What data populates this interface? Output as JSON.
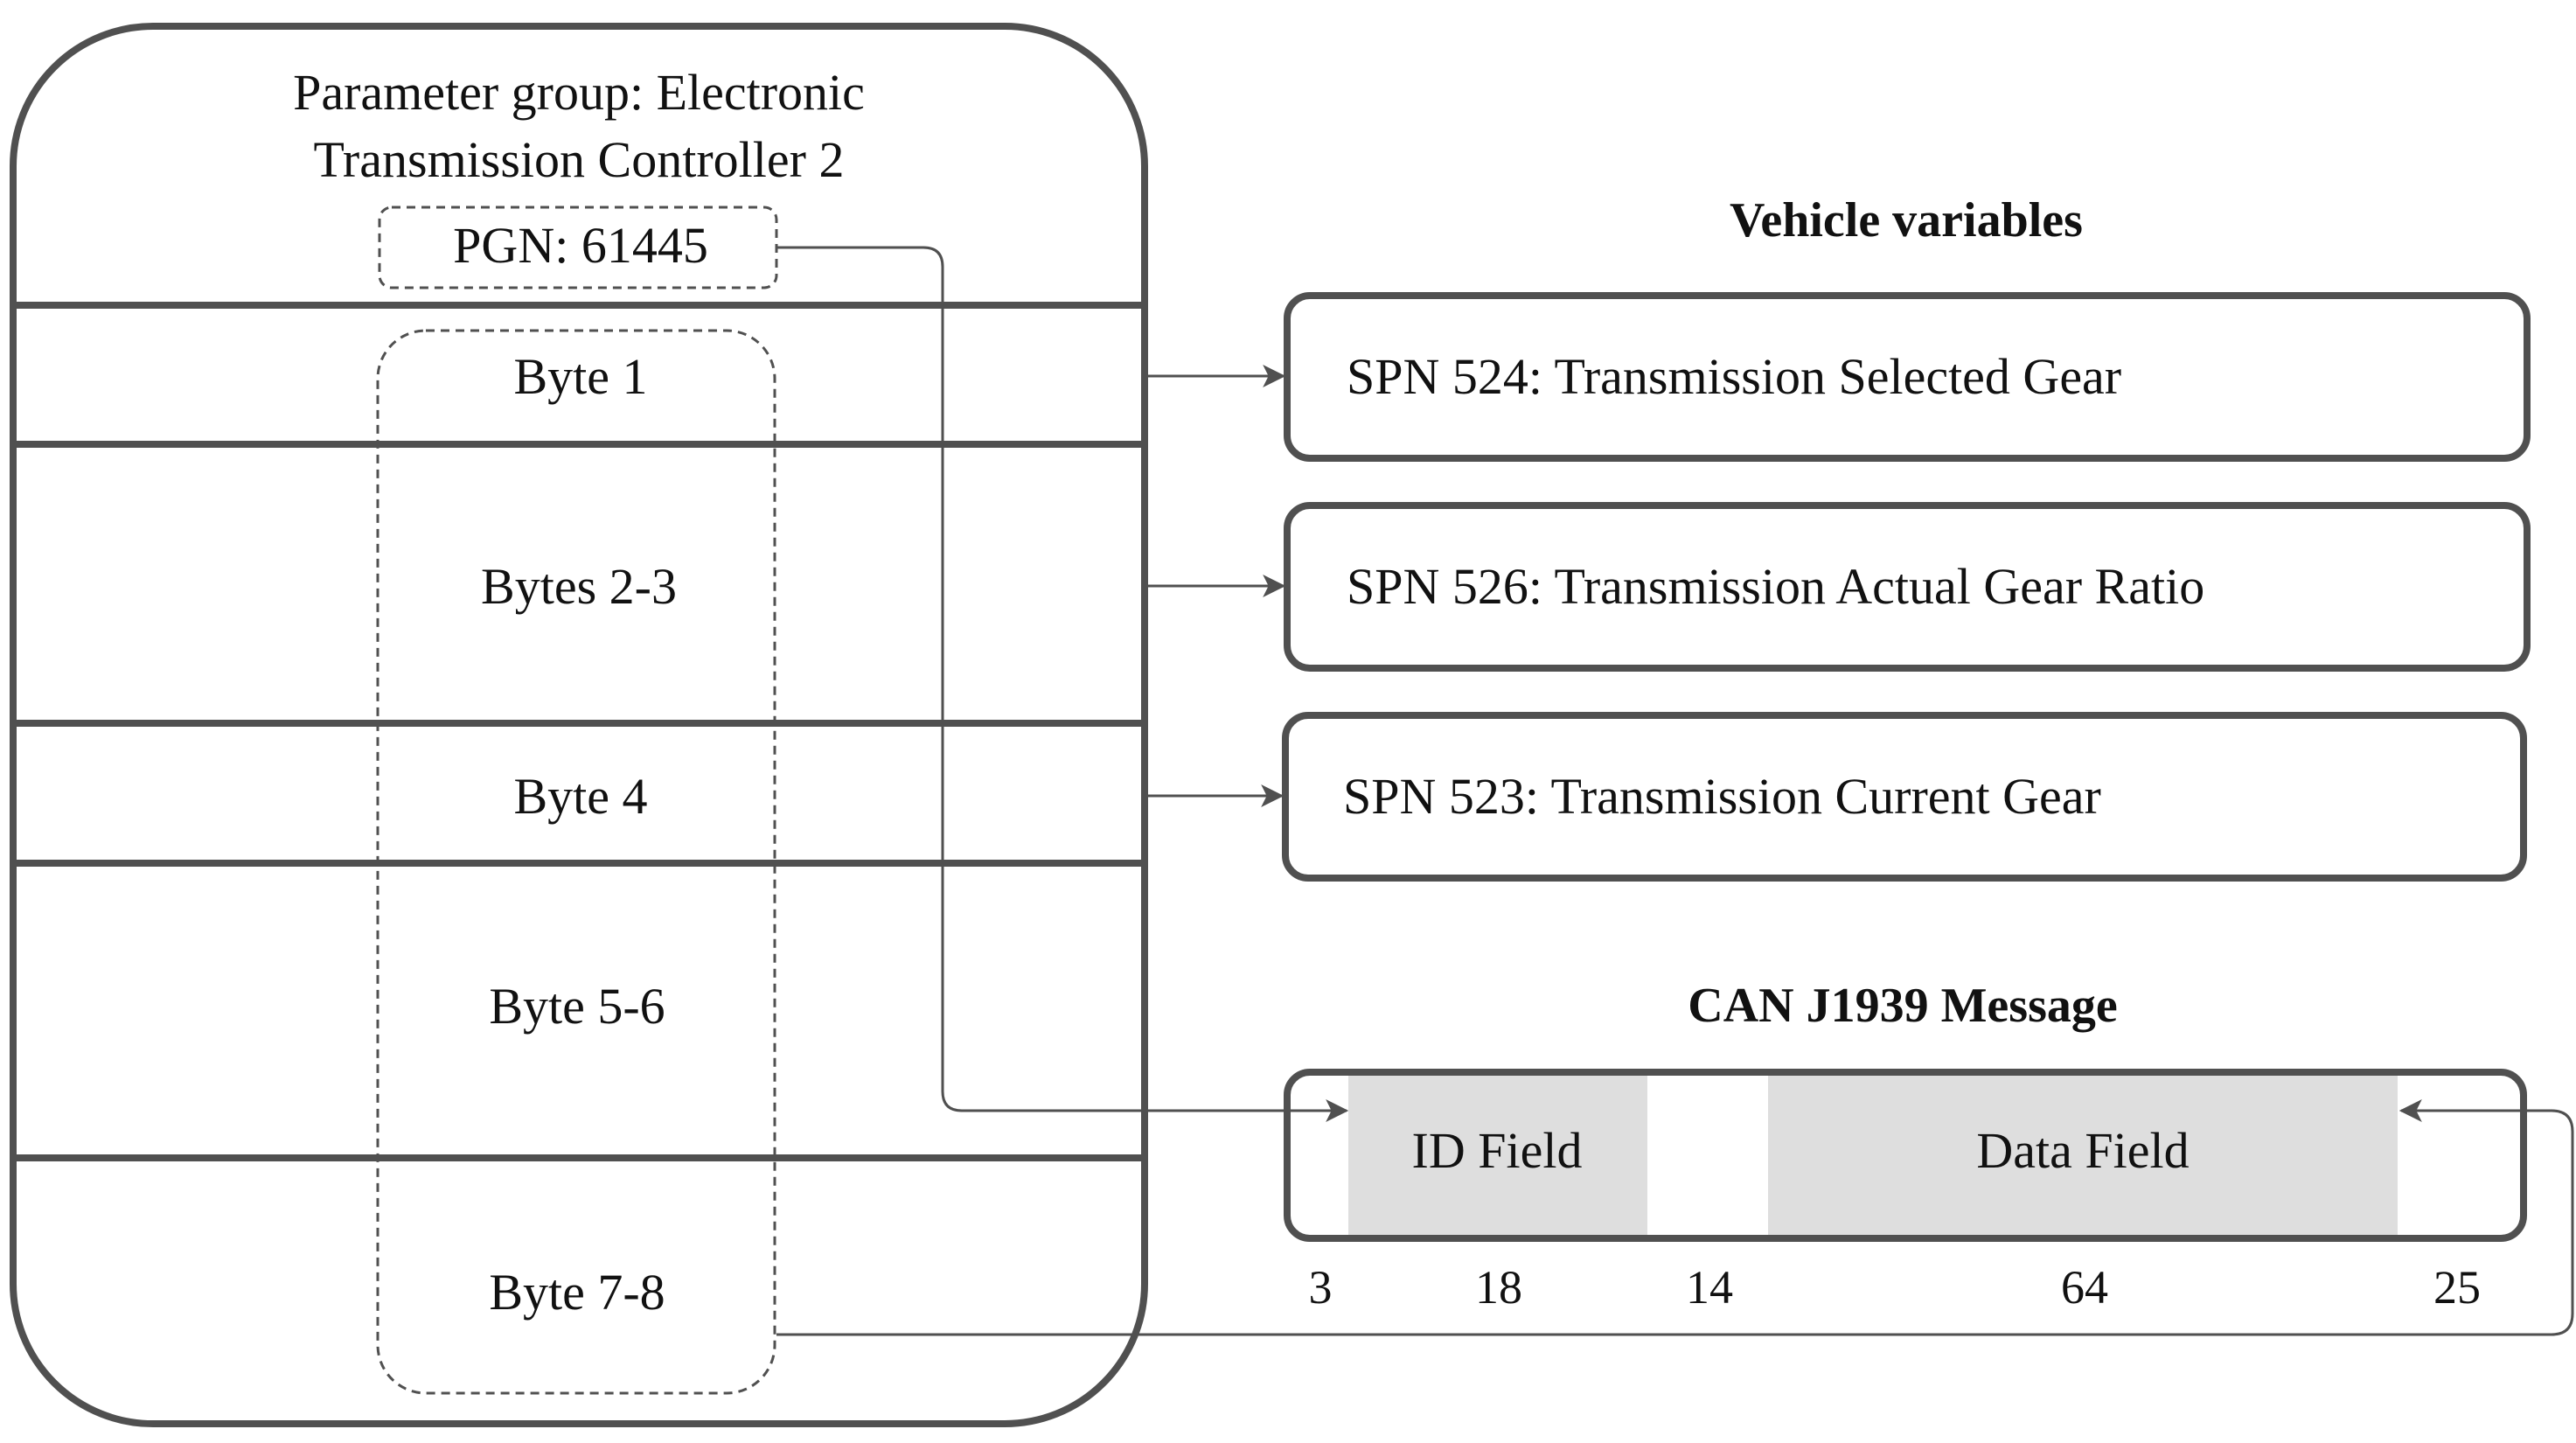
{
  "colors": {
    "stroke": "#505050",
    "text": "#111111",
    "field_fill": "#dedede",
    "background": "#ffffff"
  },
  "parameter_group": {
    "title_line1": "Parameter group: Electronic",
    "title_line2": "Transmission Controller 2",
    "pgn": "PGN: 61445",
    "bytes": [
      "Byte 1",
      "Bytes 2-3",
      "Byte 4",
      "Byte 5-6",
      "Byte 7-8"
    ]
  },
  "vehicle_variables": {
    "heading": "Vehicle variables",
    "items": [
      "SPN 524: Transmission Selected Gear",
      "SPN 526: Transmission Actual Gear Ratio",
      "SPN 523: Transmission Current Gear"
    ]
  },
  "can_message": {
    "heading": "CAN J1939 Message",
    "id_field": "ID Field",
    "data_field": "Data Field",
    "bit_counts": [
      "3",
      "18",
      "14",
      "64",
      "25"
    ]
  }
}
